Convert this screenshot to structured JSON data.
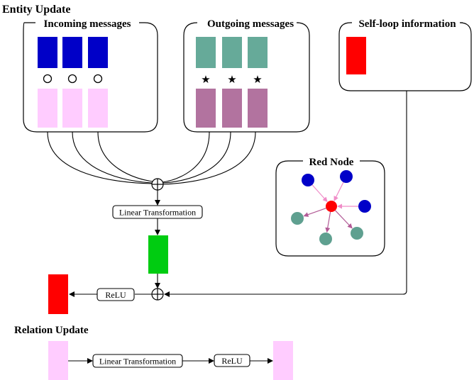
{
  "entity_update": {
    "title": "Entity Update",
    "incoming": {
      "title": "Incoming messages",
      "operator_symbol": "○",
      "top_color": "#0000c8",
      "bottom_color": "#ffccff"
    },
    "outgoing": {
      "title": "Outgoing messages",
      "operator_symbol": "★",
      "top_color": "#66aa99",
      "bottom_color": "#b2739f"
    },
    "self_loop": {
      "title": "Self-loop information",
      "color": "#ff0000"
    },
    "red_node": {
      "title": "Red Node",
      "center_color": "#ff0000",
      "in_color": "#0000c8",
      "out_color": "#5fa090",
      "in_edge_color": "#f08cc8",
      "out_edge_color": "#b25a96"
    },
    "linear_label": "Linear Transformation",
    "relu_label": "ReLU",
    "transformed_color": "#00cc11",
    "output_color": "#ff0000"
  },
  "relation_update": {
    "title": "Relation Update",
    "linear_label": "Linear Transformation",
    "relu_label": "ReLU",
    "input_color": "#ffccff",
    "output_color": "#ffccff"
  }
}
